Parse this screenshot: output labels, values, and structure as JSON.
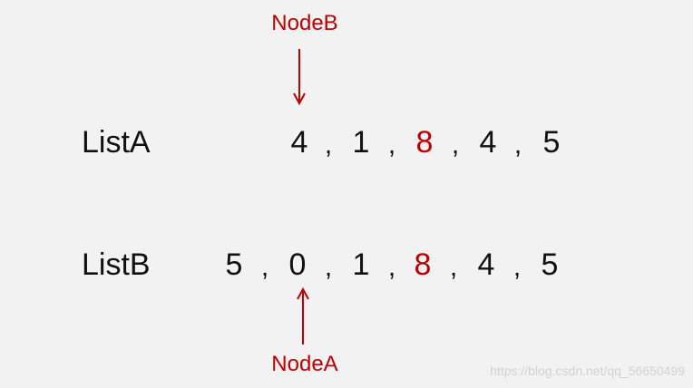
{
  "list_a": {
    "label": "ListA",
    "values": [
      "4",
      "1",
      "8",
      "4",
      "5"
    ],
    "highlight_index": 2
  },
  "list_b": {
    "label": "ListB",
    "values": [
      "5",
      "0",
      "1",
      "8",
      "4",
      "5"
    ],
    "highlight_index": 3
  },
  "separator": ",",
  "pointer_b": {
    "label": "NodeB",
    "points_to": "list_a[0]"
  },
  "pointer_a": {
    "label": "NodeA",
    "points_to": "list_b[1]"
  },
  "colors": {
    "text": "#111111",
    "highlight": "#c00000",
    "background": "#f2f2f2"
  },
  "watermark": "https://blog.csdn.net/qq_56650499"
}
